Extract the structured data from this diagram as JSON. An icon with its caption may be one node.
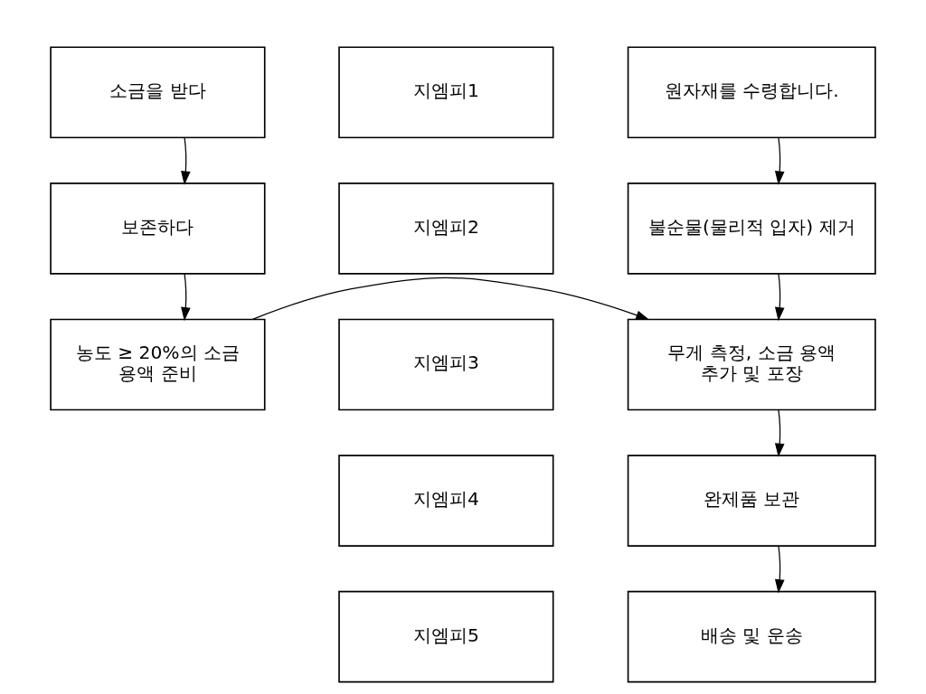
{
  "diagram": {
    "nodes": [
      {
        "text": [
          "소금을 받다"
        ]
      },
      {
        "text": [
          "보존하다"
        ]
      },
      {
        "text": [
          "농도 ≥ 20%의 소금 용액 준비"
        ]
      },
      {
        "text": [
          "원자재를 수령합니다."
        ]
      },
      {
        "text": [
          "불순물(물리적 입자) 제거"
        ]
      },
      {
        "text": [
          "무게 측정, 소금 용액 추가 및 포장"
        ]
      },
      {
        "text": [
          "완제품 보관"
        ]
      },
      {
        "text": [
          "배송 및 운송"
        ]
      },
      {
        "text": [
          "지엠피1"
        ]
      },
      {
        "text": [
          "지엠피2"
        ]
      },
      {
        "text": [
          "지엠피3"
        ]
      },
      {
        "text": [
          "지엠피4"
        ]
      },
      {
        "text": [
          "지엠피5"
        ]
      }
    ],
    "edges": [
      {
        "from": 0,
        "to": 1,
        "arrow": "to"
      },
      {
        "from": 1,
        "to": 2,
        "arrow": "to"
      },
      {
        "from": 2,
        "to": 5,
        "arrow": "to"
      },
      {
        "from": 3,
        "to": 4,
        "arrow": "to"
      },
      {
        "from": 4,
        "to": 5,
        "arrow": "to"
      },
      {
        "from": 5,
        "to": 6,
        "arrow": "to"
      },
      {
        "from": 6,
        "to": 7,
        "arrow": "to"
      }
    ]
  }
}
